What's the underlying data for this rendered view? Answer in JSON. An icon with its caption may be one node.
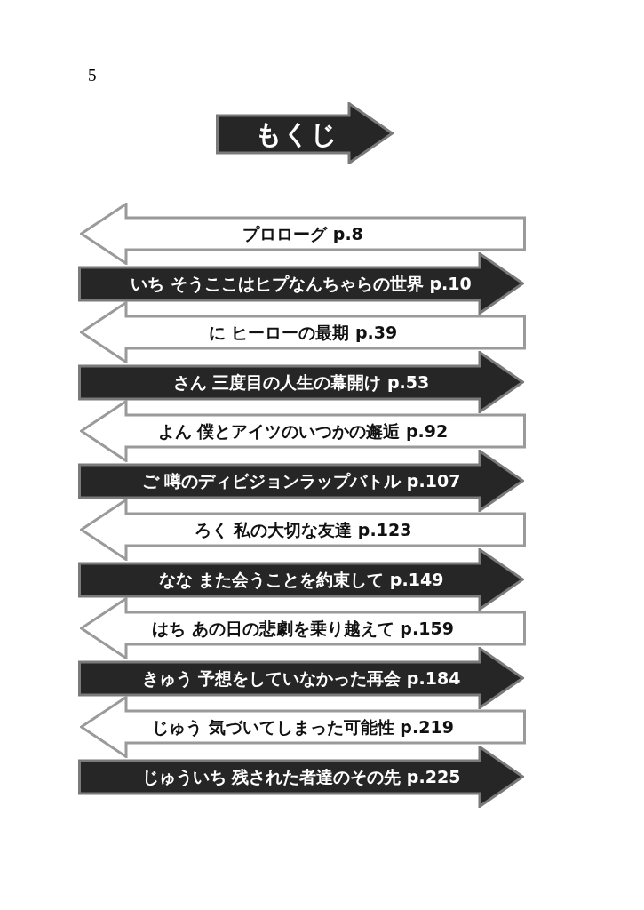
{
  "diagram": {
    "nodes": [
      {
        "text": [
          "もくじ"
        ]
      },
      {
        "text": [
          "プロローグ p.8"
        ]
      },
      {
        "text": [
          "いち そうここはヒプなんちゃらの世界 p.10"
        ]
      },
      {
        "text": [
          "に ヒーローの最期 p.39"
        ]
      },
      {
        "text": [
          "さん 三度目の人生の幕開け p.53"
        ]
      },
      {
        "text": [
          "よん 僕とアイツのいつかの邂逅 p.92"
        ]
      },
      {
        "text": [
          "ご 噂のディビジョンラップバトル p.107"
        ]
      },
      {
        "text": [
          "ろく 私の大切な友達 p.123"
        ]
      },
      {
        "text": [
          "なな また会うことを約束して p.149"
        ]
      },
      {
        "text": [
          "はち あの日の悲劇を乗り越えて p.159"
        ]
      },
      {
        "text": [
          "きゅう 予想をしていなかった再会 p.184"
        ]
      },
      {
        "text": [
          "じゅう 気づいてしまった可能性 p.219"
        ]
      },
      {
        "text": [
          "じゅういち 残された者達のその先 p.225"
        ]
      }
    ],
    "labels": [
      "5"
    ]
  }
}
